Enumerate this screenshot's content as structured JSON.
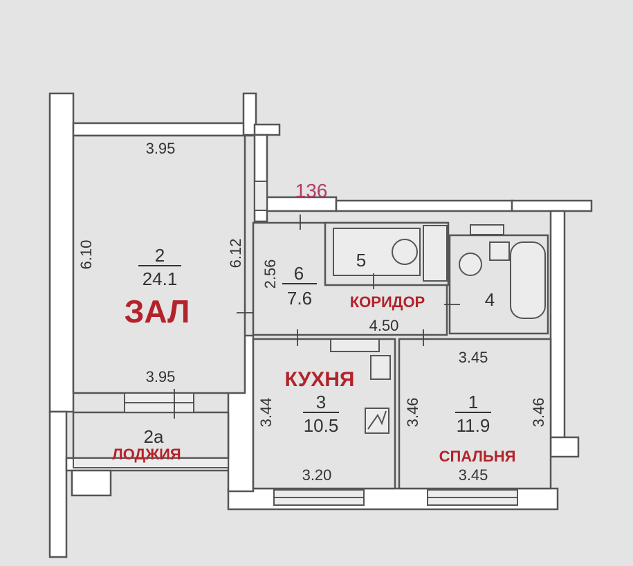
{
  "plan_id": "136",
  "rooms": {
    "hall": {
      "number": "2",
      "area": "24.1",
      "name": "ЗАЛ"
    },
    "loggia": {
      "number": "2a",
      "name": "ЛОДЖИЯ"
    },
    "corridor": {
      "number": "6",
      "area": "7.6",
      "name": "КОРИДОР"
    },
    "kitchen": {
      "number": "3",
      "area": "10.5",
      "name": "КУХНЯ"
    },
    "bedroom": {
      "number": "1",
      "area": "11.9",
      "name": "СПАЛЬНЯ"
    },
    "toilet": {
      "number": "5"
    },
    "bathroom": {
      "number": "4"
    }
  },
  "dimensions": {
    "hall_top": "3.95",
    "hall_bottom": "3.95",
    "hall_left": "6.10",
    "hall_right": "6.12",
    "corridor_height": "2.56",
    "corridor_length": "4.50",
    "kitchen_height": "3.44",
    "kitchen_bottom": "3.20",
    "bedroom_top": "3.45",
    "bedroom_bottom": "3.45",
    "bedroom_left": "3.46",
    "bedroom_right": "3.46"
  },
  "colors": {
    "label_red": "#b3232b",
    "plan_number": "#b03e63",
    "wall": "#ffffff",
    "line": "#555555"
  }
}
